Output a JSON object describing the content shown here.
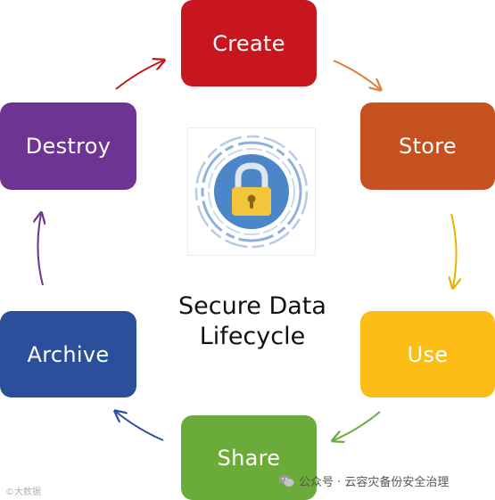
{
  "diagram": {
    "title_line1": "Secure Data",
    "title_line2": "Lifecycle",
    "stages": [
      {
        "id": "create",
        "label": "Create",
        "color": "#c8161f"
      },
      {
        "id": "store",
        "label": "Store",
        "color": "#c4511f"
      },
      {
        "id": "use",
        "label": "Use",
        "color": "#fbbd16"
      },
      {
        "id": "share",
        "label": "Share",
        "color": "#6aab3a"
      },
      {
        "id": "archive",
        "label": "Archive",
        "color": "#2b4f9a"
      },
      {
        "id": "destroy",
        "label": "Destroy",
        "color": "#6d3494"
      }
    ],
    "center_icon": "lock-icon"
  },
  "watermarks": {
    "right_text": "公众号 · 云容灾备份安全治理",
    "right_icon": "wechat-icon",
    "left_text": "©大数据"
  }
}
